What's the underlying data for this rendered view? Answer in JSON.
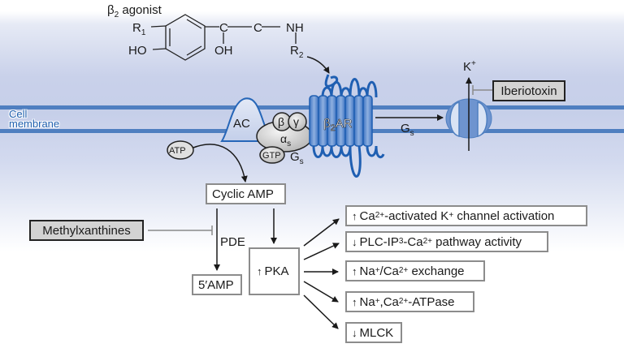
{
  "title": "β2 agonist signaling pathway",
  "agonist": {
    "label": "β",
    "label_sub": "2",
    "label_rest": " agonist",
    "r1": "R",
    "r1_sub": "1",
    "ho": "HO",
    "c1": "C",
    "c2": "C",
    "nh": "NH",
    "oh": "OH",
    "r2": "R",
    "r2_sub": "2"
  },
  "membrane": {
    "line1": "Cell",
    "line2": "membrane",
    "color": "#4f7fc0"
  },
  "proteins": {
    "ac": "AC",
    "beta": "β",
    "gamma": "γ",
    "alpha": "α",
    "alpha_sub": "s",
    "gtp": "GTP",
    "gs": "G",
    "gs_sub": "s",
    "receptor": "β",
    "receptor_sub": "2",
    "receptor_rest": "AR",
    "gs_arrow": "G",
    "gs_arrow_sub": "s",
    "k_ion": "K",
    "k_sup": "+",
    "atp": "ATP"
  },
  "inhibitors": {
    "iberiotoxin": "Iberiotoxin",
    "methylxanthines": "Methylxanthines"
  },
  "cascade": {
    "camp": "Cyclic AMP",
    "pde": "PDE",
    "amp5": "5′AMP",
    "pka_arrow": "↑",
    "pka": "PKA"
  },
  "effects": [
    {
      "dir": "↑",
      "parts": [
        "Ca",
        "2+",
        "-activated K",
        "+",
        " channel activation"
      ]
    },
    {
      "dir": "↓",
      "parts": [
        "PLC-IP",
        "3",
        "-Ca",
        "2+",
        " pathway activity"
      ]
    },
    {
      "dir": "↑",
      "parts": [
        "Na",
        "+",
        "/Ca",
        "2+",
        " exchange"
      ]
    },
    {
      "dir": "↑",
      "parts": [
        "Na",
        "+",
        ",Ca",
        "2+",
        "-ATPase"
      ]
    },
    {
      "dir": "↓",
      "parts": [
        "MLCK"
      ]
    }
  ]
}
